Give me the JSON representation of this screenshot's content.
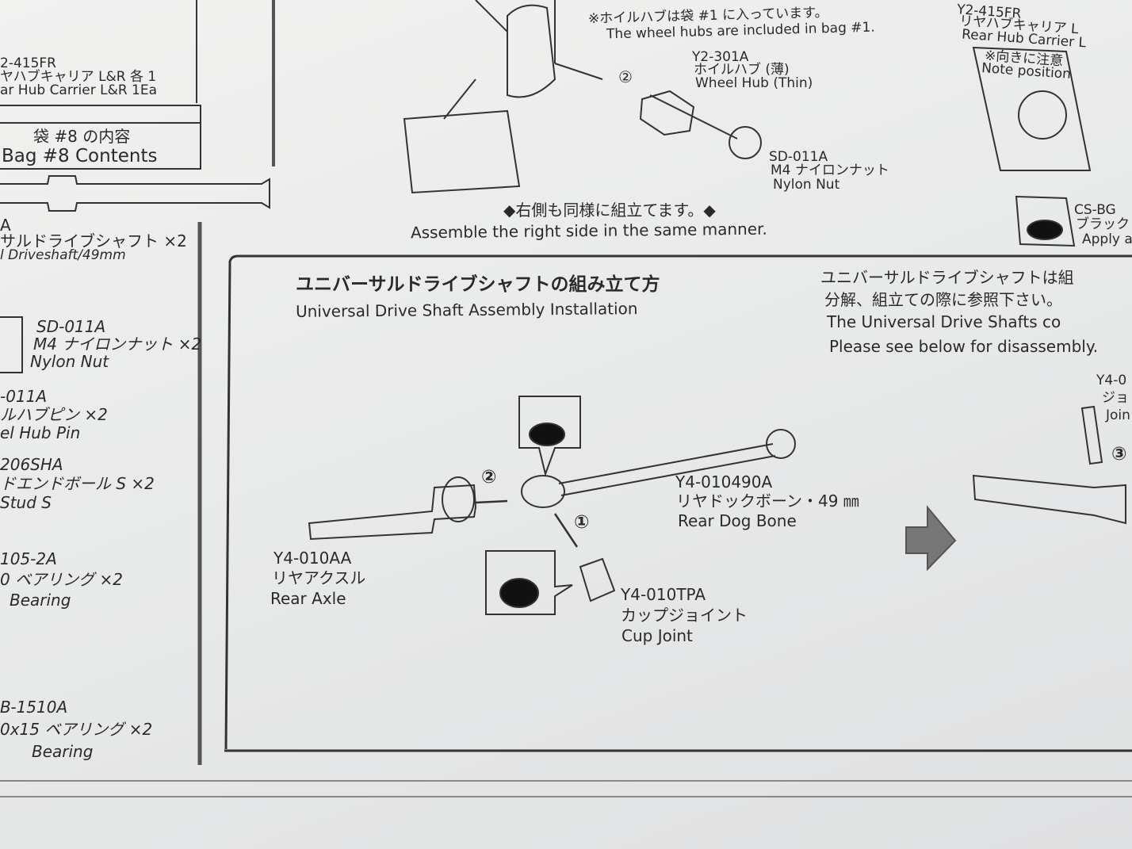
{
  "left_column": {
    "hub_carrier": {
      "code": "2-415FR",
      "jp": "ヤハブキャリア L&R 各 1",
      "en": "ar Hub Carrier L&R 1Ea"
    },
    "bag_box": {
      "jp": "袋 #8 の内容",
      "en": "Bag #8 Contents"
    },
    "items": [
      {
        "code": "A",
        "jp": "サルドライブシャフト ×2",
        "en": "l Driveshaft/49mm"
      },
      {
        "code": "SD-011A",
        "jp": "M4 ナイロンナット ×2",
        "en": "Nylon Nut"
      },
      {
        "code": "-011A",
        "jp": "ルハブピン ×2",
        "en": "el Hub Pin"
      },
      {
        "code": "206SHA",
        "jp": "ドエンドボール S ×2",
        "en": "Stud S"
      },
      {
        "code": "105-2A",
        "jp": "0 ベアリング ×2",
        "en": "Bearing"
      },
      {
        "code": "B-1510A",
        "jp": "0x15 ベアリング ×2",
        "en": "Bearing"
      }
    ]
  },
  "top_section": {
    "note_jp": "※ホイルハブは袋 #1 に入っています。",
    "note_en": "The wheel hubs are included in bag #1.",
    "step": "②",
    "wheel_hub": {
      "code": "Y2-301A",
      "jp": "ホイルハブ (薄)",
      "en": "Wheel Hub (Thin)"
    },
    "nylon_nut": {
      "code": "SD-011A",
      "jp": "M4 ナイロンナット",
      "en": "Nylon Nut"
    },
    "same_jp": "◆右側も同様に組立てます。◆",
    "same_en": "Assemble the right side in the same manner.",
    "carrier_l": {
      "code": "Y2-415FR",
      "jp": "リヤハブキャリア L",
      "en": "Rear Hub Carrier L"
    },
    "note_box": {
      "jp": "※向きに注意",
      "en": "Note position"
    },
    "grease": {
      "code": "CS-BG",
      "jp": "ブラック・",
      "en": "Apply a"
    }
  },
  "main_panel": {
    "title_jp": "ユニバーサルドライブシャフトの組み立て方",
    "title_en": "Universal Drive Shaft Assembly Installation",
    "desc": [
      "ユニバーサルドライブシャフトは組",
      "分解、組立ての際に参照下さい。",
      "The Universal Drive Shafts co",
      "Please see below for disassembly."
    ],
    "dog_bone": {
      "code": "Y4-010490A",
      "jp": "リヤドックボーン・49 ㎜",
      "en": "Rear Dog Bone"
    },
    "axle": {
      "code": "Y4-010AA",
      "jp": "リヤアクスル",
      "en": "Rear Axle"
    },
    "cup": {
      "code": "Y4-010TPA",
      "jp": "カップジョイント",
      "en": "Cup Joint"
    },
    "joint": {
      "code": "Y4-0",
      "jp": "ジョ",
      "en": "Join"
    },
    "steps": [
      "①",
      "②",
      "③"
    ]
  }
}
